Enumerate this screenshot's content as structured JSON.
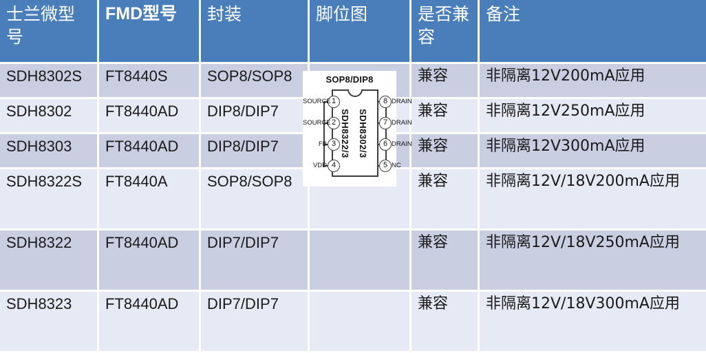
{
  "table": {
    "headers": [
      {
        "label": "士兰微型号",
        "style": "serif"
      },
      {
        "label": "FMD型号",
        "style": "sans-bold"
      },
      {
        "label": "封装",
        "style": "serif"
      },
      {
        "label": "脚位图",
        "style": "serif"
      },
      {
        "label": "是否兼容",
        "style": "serif"
      },
      {
        "label": "备注",
        "style": "serif"
      }
    ],
    "rows": [
      {
        "sl": "SDH8302S",
        "fmd": "FT8440S",
        "pkg": "SOP8/SOP8",
        "pin": "",
        "compat": "兼容",
        "note": "非隔离12V200mA应用"
      },
      {
        "sl": "SDH8302",
        "fmd": "FT8440AD",
        "pkg": "DIP8/DIP7",
        "pin": "",
        "compat": "兼容",
        "note": "非隔离12V250mA应用"
      },
      {
        "sl": "SDH8303",
        "fmd": "FT8440AD",
        "pkg": "DIP8/DIP7",
        "pin": "",
        "compat": "兼容",
        "note": "非隔离12V300mA应用"
      },
      {
        "sl": "SDH8322S",
        "fmd": "FT8440A",
        "pkg": "SOP8/SOP8",
        "pin": "",
        "compat": "兼容",
        "note": "非隔离12V/18V200mA应用"
      },
      {
        "sl": "SDH8322",
        "fmd": "FT8440AD",
        "pkg": "DIP7/DIP7",
        "pin": "",
        "compat": "兼容",
        "note": "非隔离12V/18V250mA应用"
      },
      {
        "sl": "SDH8323",
        "fmd": "FT8440AD",
        "pkg": "DIP7/DIP7",
        "pin": "",
        "compat": "兼容",
        "note": "非隔离12V/18V300mA应用"
      }
    ]
  },
  "pin_diagram": {
    "title": "SOP8/DIP8",
    "chip_label_left": "SDH8322/3",
    "chip_label_right": "SDH8302/3",
    "pins_left": [
      {
        "num": "1",
        "name": "SOURCE"
      },
      {
        "num": "2",
        "name": "SOURCE"
      },
      {
        "num": "3",
        "name": "FB"
      },
      {
        "num": "4",
        "name": "VDD"
      }
    ],
    "pins_right": [
      {
        "num": "8",
        "name": "DRAIN"
      },
      {
        "num": "7",
        "name": "DRAIN"
      },
      {
        "num": "6",
        "name": "DRAIN"
      },
      {
        "num": "5",
        "name": "NC"
      }
    ]
  },
  "colors": {
    "header_blue": "#4a7ebb",
    "band_dark": "#c9cfe1",
    "band_light": "#e6eaf4",
    "header_text": "#ffffff",
    "body_text": "#1a1a1a"
  }
}
